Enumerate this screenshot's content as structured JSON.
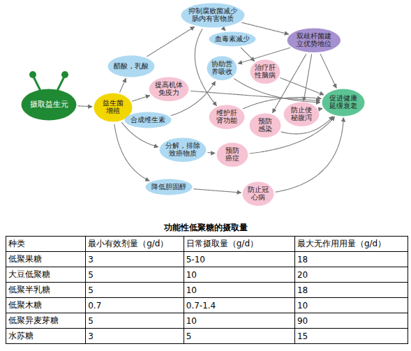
{
  "diagram": {
    "nodes": [
      {
        "text": [
          "摄取益生元"
        ]
      },
      {
        "text": [
          "益生菌增殖"
        ]
      },
      {
        "text": [
          "醋酸，乳酸"
        ]
      },
      {
        "text": [
          "抑制腐败菌减少肠内有害物质"
        ]
      },
      {
        "text": [
          "血毒素减少"
        ]
      },
      {
        "text": [
          "双歧杆菌建立优势地位"
        ]
      },
      {
        "text": [
          "协助营养吸收"
        ]
      },
      {
        "text": [
          "治疗肝性脑病"
        ]
      },
      {
        "text": [
          "提高机体免疫力"
        ]
      },
      {
        "text": [
          "促进健康延缓衰老"
        ]
      },
      {
        "text": [
          "合成维生素"
        ]
      },
      {
        "text": [
          "维护肝肾功能"
        ]
      },
      {
        "text": [
          "防止便秘腹泻"
        ]
      },
      {
        "text": [
          "预防感染"
        ]
      },
      {
        "text": [
          "分解，排除致癌物质"
        ]
      },
      {
        "text": [
          "预防癌症"
        ]
      },
      {
        "text": [
          "降低胆固醇"
        ]
      },
      {
        "text": [
          "防止冠心病"
        ]
      }
    ],
    "edges": [
      {
        "from": 0,
        "to": 1,
        "arrow": "to"
      },
      {
        "from": 1,
        "to": 2,
        "arrow": "to"
      },
      {
        "from": 1,
        "to": 8,
        "arrow": "to"
      },
      {
        "from": 1,
        "to": 10,
        "arrow": "to"
      },
      {
        "from": 1,
        "to": 14,
        "arrow": "to"
      },
      {
        "from": 1,
        "to": 16,
        "arrow": "to"
      },
      {
        "from": 2,
        "to": 3,
        "arrow": "to"
      },
      {
        "from": 3,
        "to": 4,
        "arrow": "to"
      },
      {
        "from": 3,
        "to": 5,
        "arrow": "to"
      },
      {
        "from": 3,
        "to": 11,
        "arrow": "to"
      },
      {
        "from": 4,
        "to": 7,
        "arrow": "to"
      },
      {
        "from": 5,
        "to": 6,
        "arrow": "to"
      },
      {
        "from": 5,
        "to": 12,
        "arrow": "to"
      },
      {
        "from": 5,
        "to": 13,
        "arrow": "to"
      },
      {
        "from": 5,
        "to": 9,
        "arrow": "to"
      },
      {
        "from": 6,
        "to": 9,
        "arrow": "to"
      },
      {
        "from": 7,
        "to": 9,
        "arrow": "to"
      },
      {
        "from": 8,
        "to": 9,
        "arrow": "to"
      },
      {
        "from": 10,
        "to": 6,
        "arrow": "to"
      },
      {
        "from": 11,
        "to": 9,
        "arrow": "to"
      },
      {
        "from": 12,
        "to": 9,
        "arrow": "to"
      },
      {
        "from": 13,
        "to": 9,
        "arrow": "to"
      },
      {
        "from": 14,
        "to": 15,
        "arrow": "to"
      },
      {
        "from": 15,
        "to": 9,
        "arrow": "to"
      },
      {
        "from": 16,
        "to": 17,
        "arrow": "to"
      },
      {
        "from": 17,
        "to": 9,
        "arrow": "to"
      }
    ],
    "labels": [
      "功能性低聚糖的摄取量",
      "种类",
      "最小有效剂量（g/d）",
      "日常摄取量（g/d）",
      "最大无作用用量（g/d）",
      "低聚果糖",
      "3",
      "5-10",
      "18",
      "大豆低聚糖",
      "5",
      "10",
      "20",
      "低聚半乳糖",
      "5",
      "10",
      "18",
      "低聚木糖",
      "0.7",
      "0.7-1.4",
      "10",
      "低聚异麦芽糖",
      "5",
      "10",
      "90",
      "水苏糖",
      "3",
      "5",
      "15"
    ]
  }
}
